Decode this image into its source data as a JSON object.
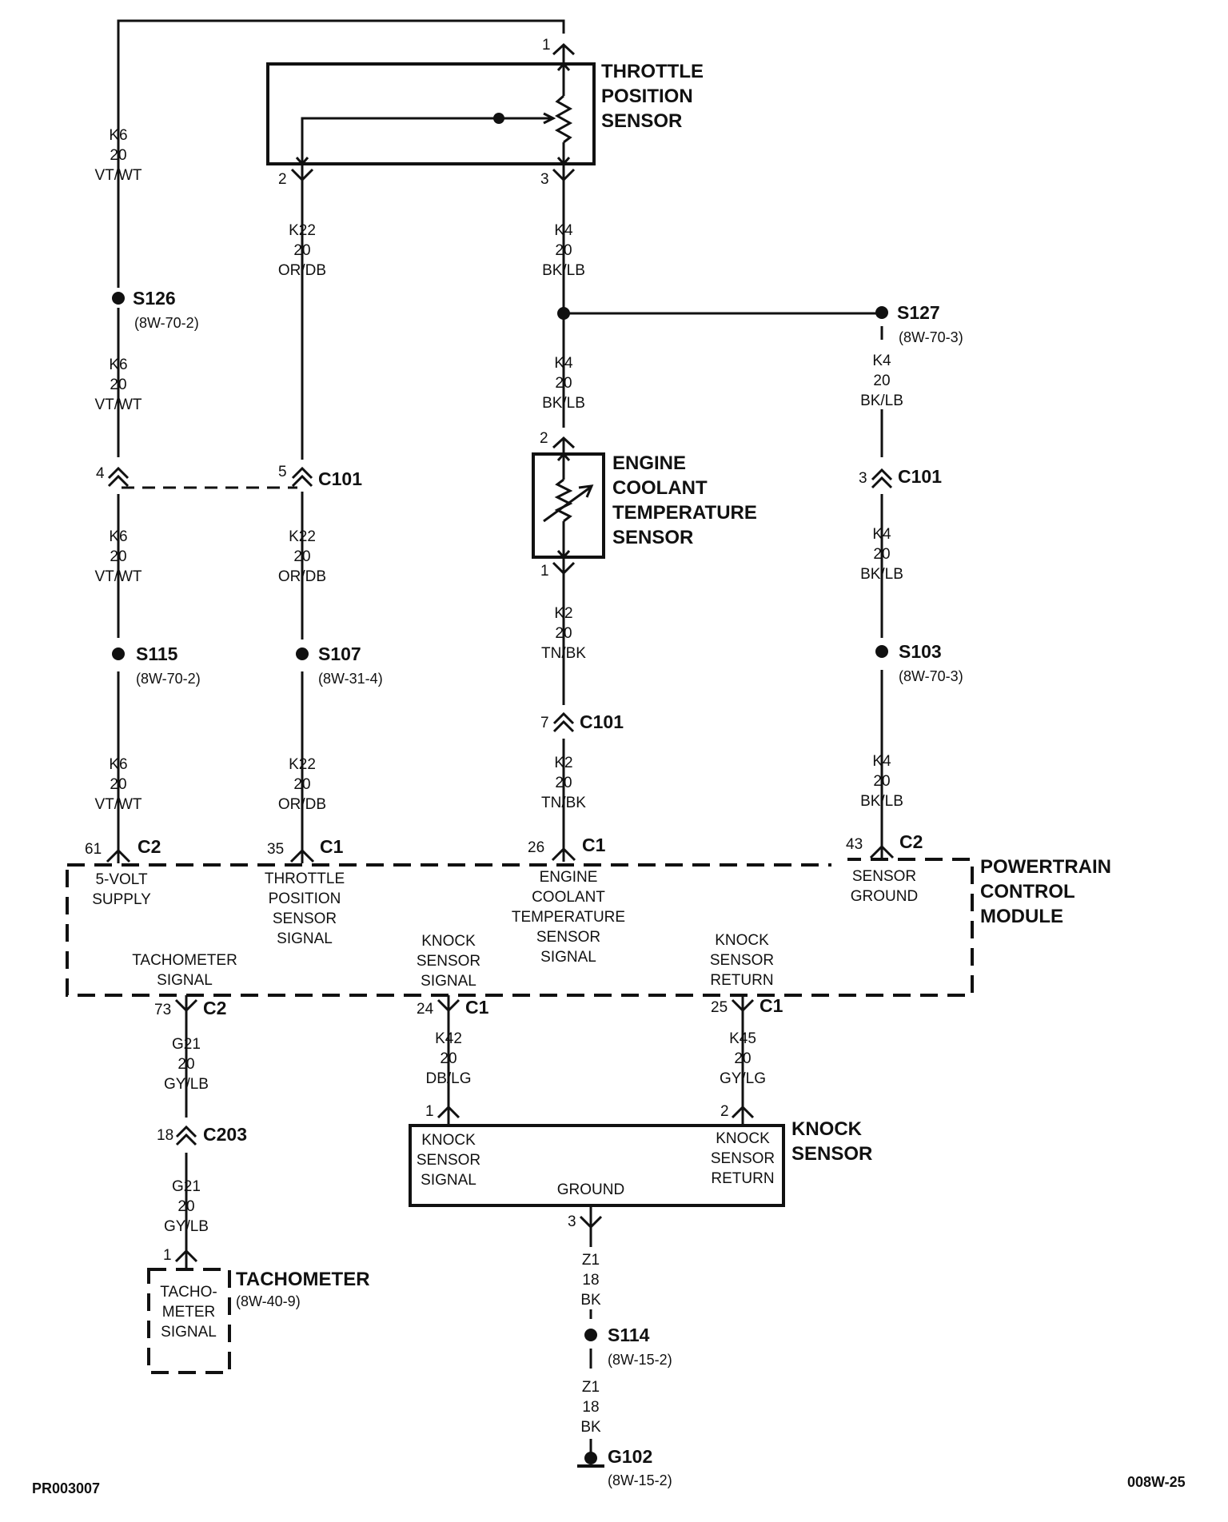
{
  "components": {
    "tps": {
      "title": [
        "THROTTLE",
        "POSITION",
        "SENSOR"
      ],
      "pins": [
        "1",
        "2",
        "3"
      ]
    },
    "ects": {
      "title": [
        "ENGINE",
        "COOLANT",
        "TEMPERATURE",
        "SENSOR"
      ],
      "pins": [
        "2",
        "1"
      ]
    },
    "pcm": {
      "title": [
        "POWERTRAIN",
        "CONTROL",
        "MODULE"
      ],
      "top_labels": {
        "five_volt": [
          "5-VOLT",
          "SUPPLY"
        ],
        "tps_signal": [
          "THROTTLE",
          "POSITION",
          "SENSOR",
          "SIGNAL"
        ],
        "ect_signal": [
          "ENGINE",
          "COOLANT",
          "TEMPERATURE",
          "SENSOR",
          "SIGNAL"
        ],
        "sensor_ground": [
          "SENSOR",
          "GROUND"
        ]
      },
      "bottom_labels": {
        "tach_signal": [
          "TACHOMETER",
          "SIGNAL"
        ],
        "knock_signal": [
          "KNOCK",
          "SENSOR",
          "SIGNAL"
        ],
        "knock_return": [
          "KNOCK",
          "SENSOR",
          "RETURN"
        ]
      }
    },
    "knock": {
      "title": [
        "KNOCK",
        "SENSOR"
      ],
      "signal": [
        "KNOCK",
        "SENSOR",
        "SIGNAL"
      ],
      "return": [
        "KNOCK",
        "SENSOR",
        "RETURN"
      ],
      "ground": "GROUND",
      "pins": [
        "1",
        "2",
        "3"
      ]
    },
    "tach": {
      "title": "TACHOMETER",
      "ref": "(8W-40-9)",
      "label": [
        "TACHO-",
        "METER",
        "SIGNAL"
      ],
      "pin": "1"
    }
  },
  "connectors": {
    "c101": "C101",
    "c1": "C1",
    "c2": "C2",
    "c203": "C203",
    "pins": {
      "c101_4": "4",
      "c101_5": "5",
      "c101_3": "3",
      "c101_7": "7",
      "c2_61": "61",
      "c1_35": "35",
      "c1_26": "26",
      "c2_43": "43",
      "c2_73": "73",
      "c1_24": "24",
      "c1_25": "25",
      "c203_18": "18"
    }
  },
  "splices": {
    "s126": {
      "name": "S126",
      "ref": "(8W-70-2)"
    },
    "s127": {
      "name": "S127",
      "ref": "(8W-70-3)"
    },
    "s115": {
      "name": "S115",
      "ref": "(8W-70-2)"
    },
    "s107": {
      "name": "S107",
      "ref": "(8W-31-4)"
    },
    "s103": {
      "name": "S103",
      "ref": "(8W-70-3)"
    },
    "s114": {
      "name": "S114",
      "ref": "(8W-15-2)"
    }
  },
  "ground": {
    "name": "G102",
    "ref": "(8W-15-2)"
  },
  "wires": {
    "k6": [
      "K6",
      "20",
      "VT/WT"
    ],
    "k22": [
      "K22",
      "20",
      "OR/DB"
    ],
    "k4": [
      "K4",
      "20",
      "BK/LB"
    ],
    "k2": [
      "K2",
      "20",
      "TN/BK"
    ],
    "g21": [
      "G21",
      "20",
      "GY/LB"
    ],
    "k42": [
      "K42",
      "20",
      "DB/LG"
    ],
    "k45": [
      "K45",
      "20",
      "GY/LG"
    ],
    "z1": [
      "Z1",
      "18",
      "BK"
    ]
  },
  "footer": {
    "left": "PR003007",
    "right": "008W-25"
  }
}
